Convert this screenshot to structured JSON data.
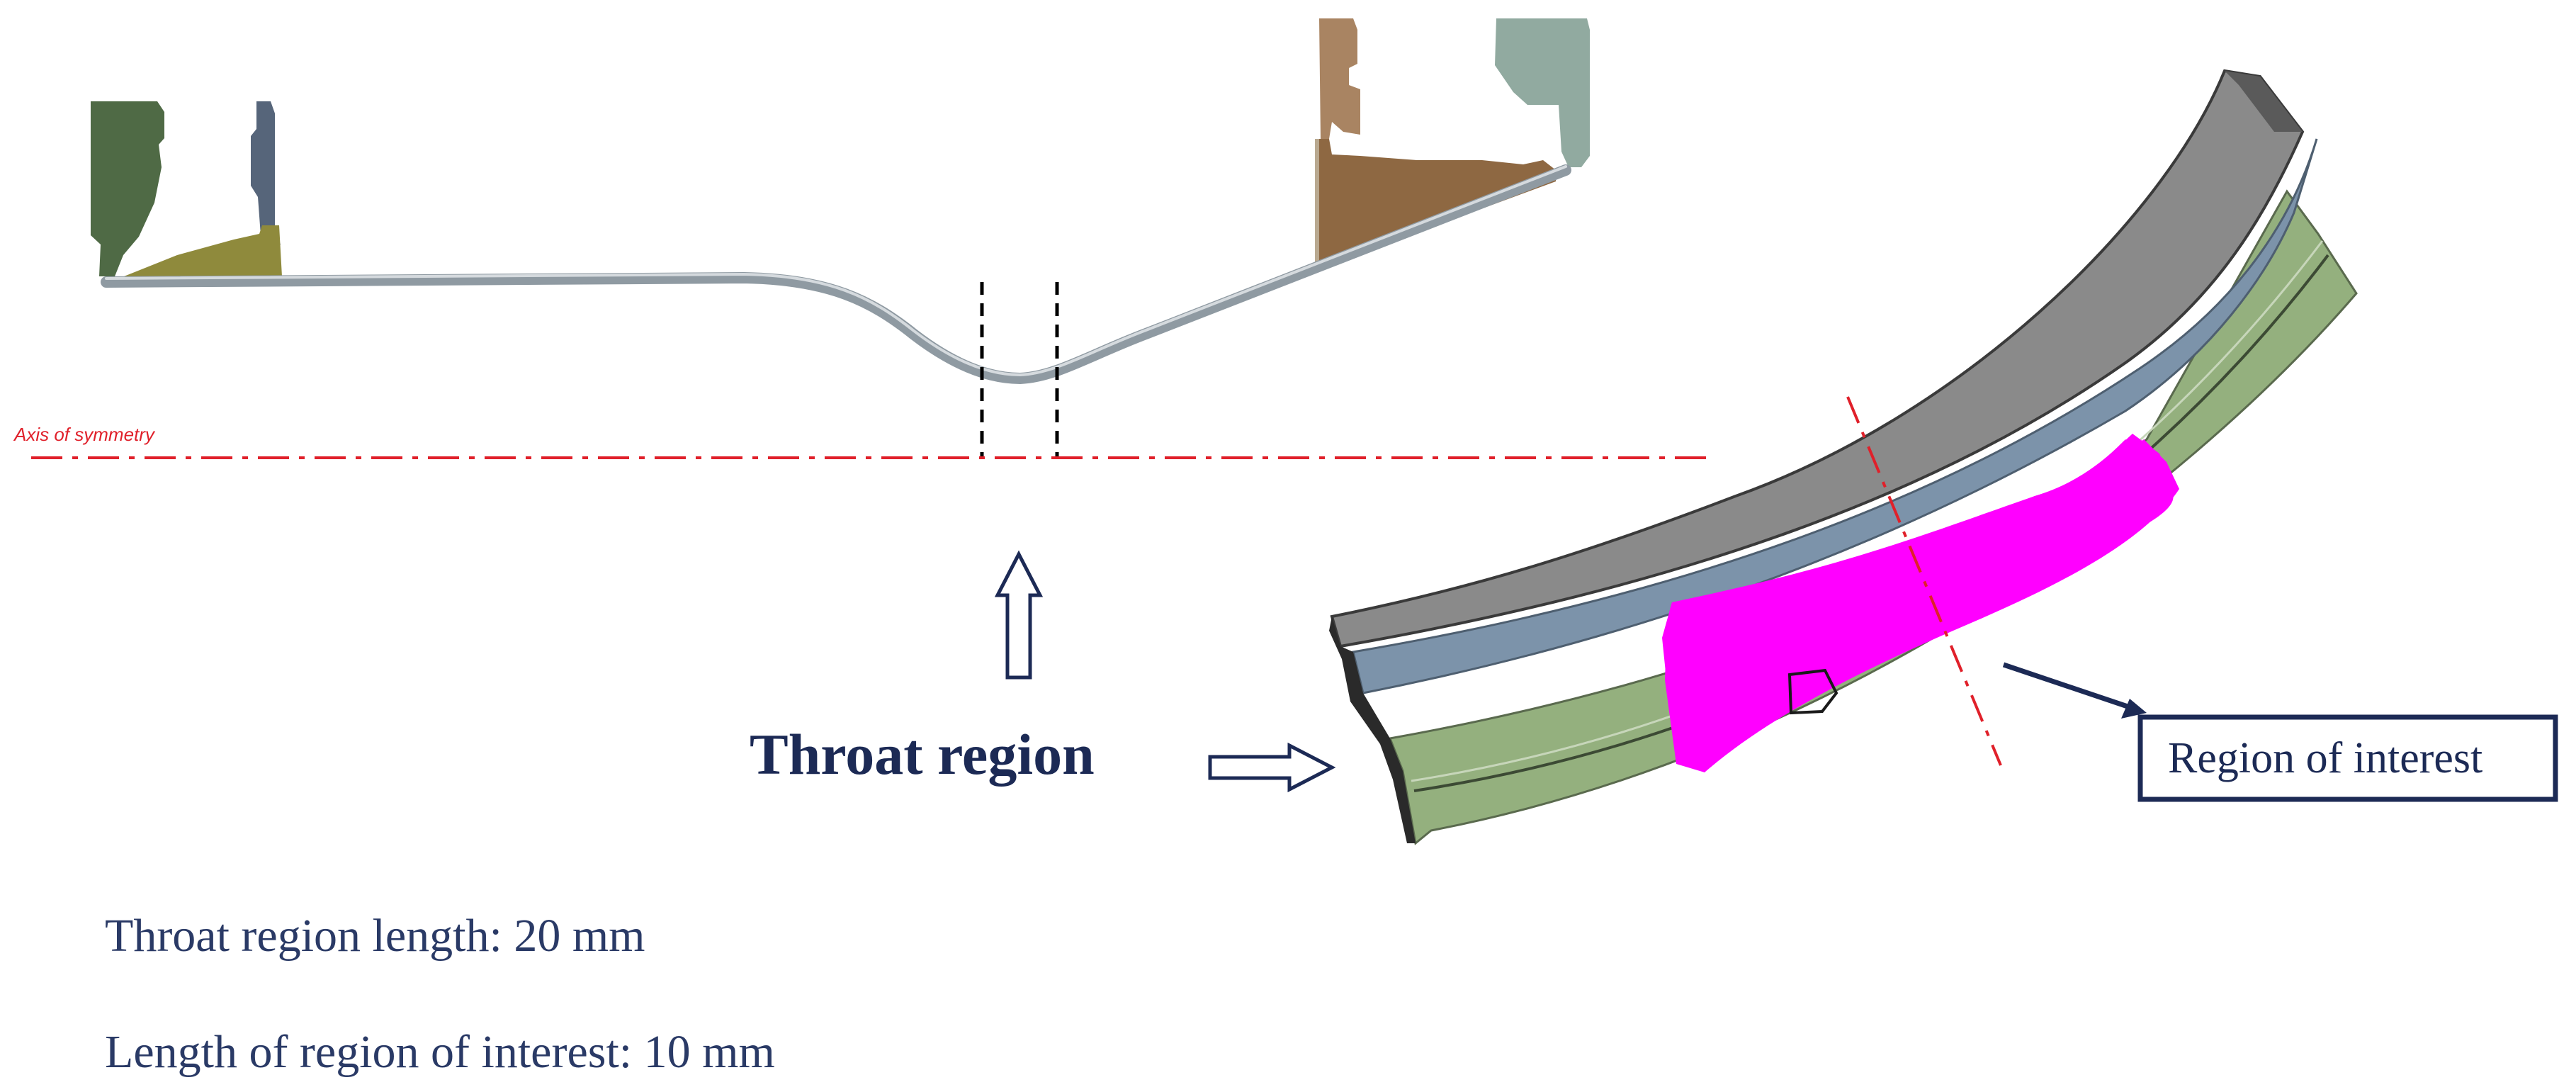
{
  "labels": {
    "axis_of_symmetry": "Axis of symmetry",
    "throat_region": "Throat region",
    "region_of_interest": "Region of interest"
  },
  "notes": {
    "throat_length": "Throat region length: 20 mm",
    "roi_length": "Length of region of interest: 10 mm"
  },
  "colors": {
    "axis_line": "#e0202a",
    "arrow_outline": "#1c2a55",
    "label_text": "#1c2a55",
    "region_of_interest_fill": "#ff00ff",
    "layer_gray": "#8a8a8a",
    "layer_blue": "#7c93aa",
    "layer_green": "#94b07e",
    "left_clamp_green": "#4f6a45",
    "left_clamp_olive": "#8f8a3c",
    "left_clamp_blue": "#56657a",
    "right_clamp_tan": "#a98462",
    "right_clamp_brown": "#8e6842",
    "right_clamp_teal": "#91aaa0"
  }
}
